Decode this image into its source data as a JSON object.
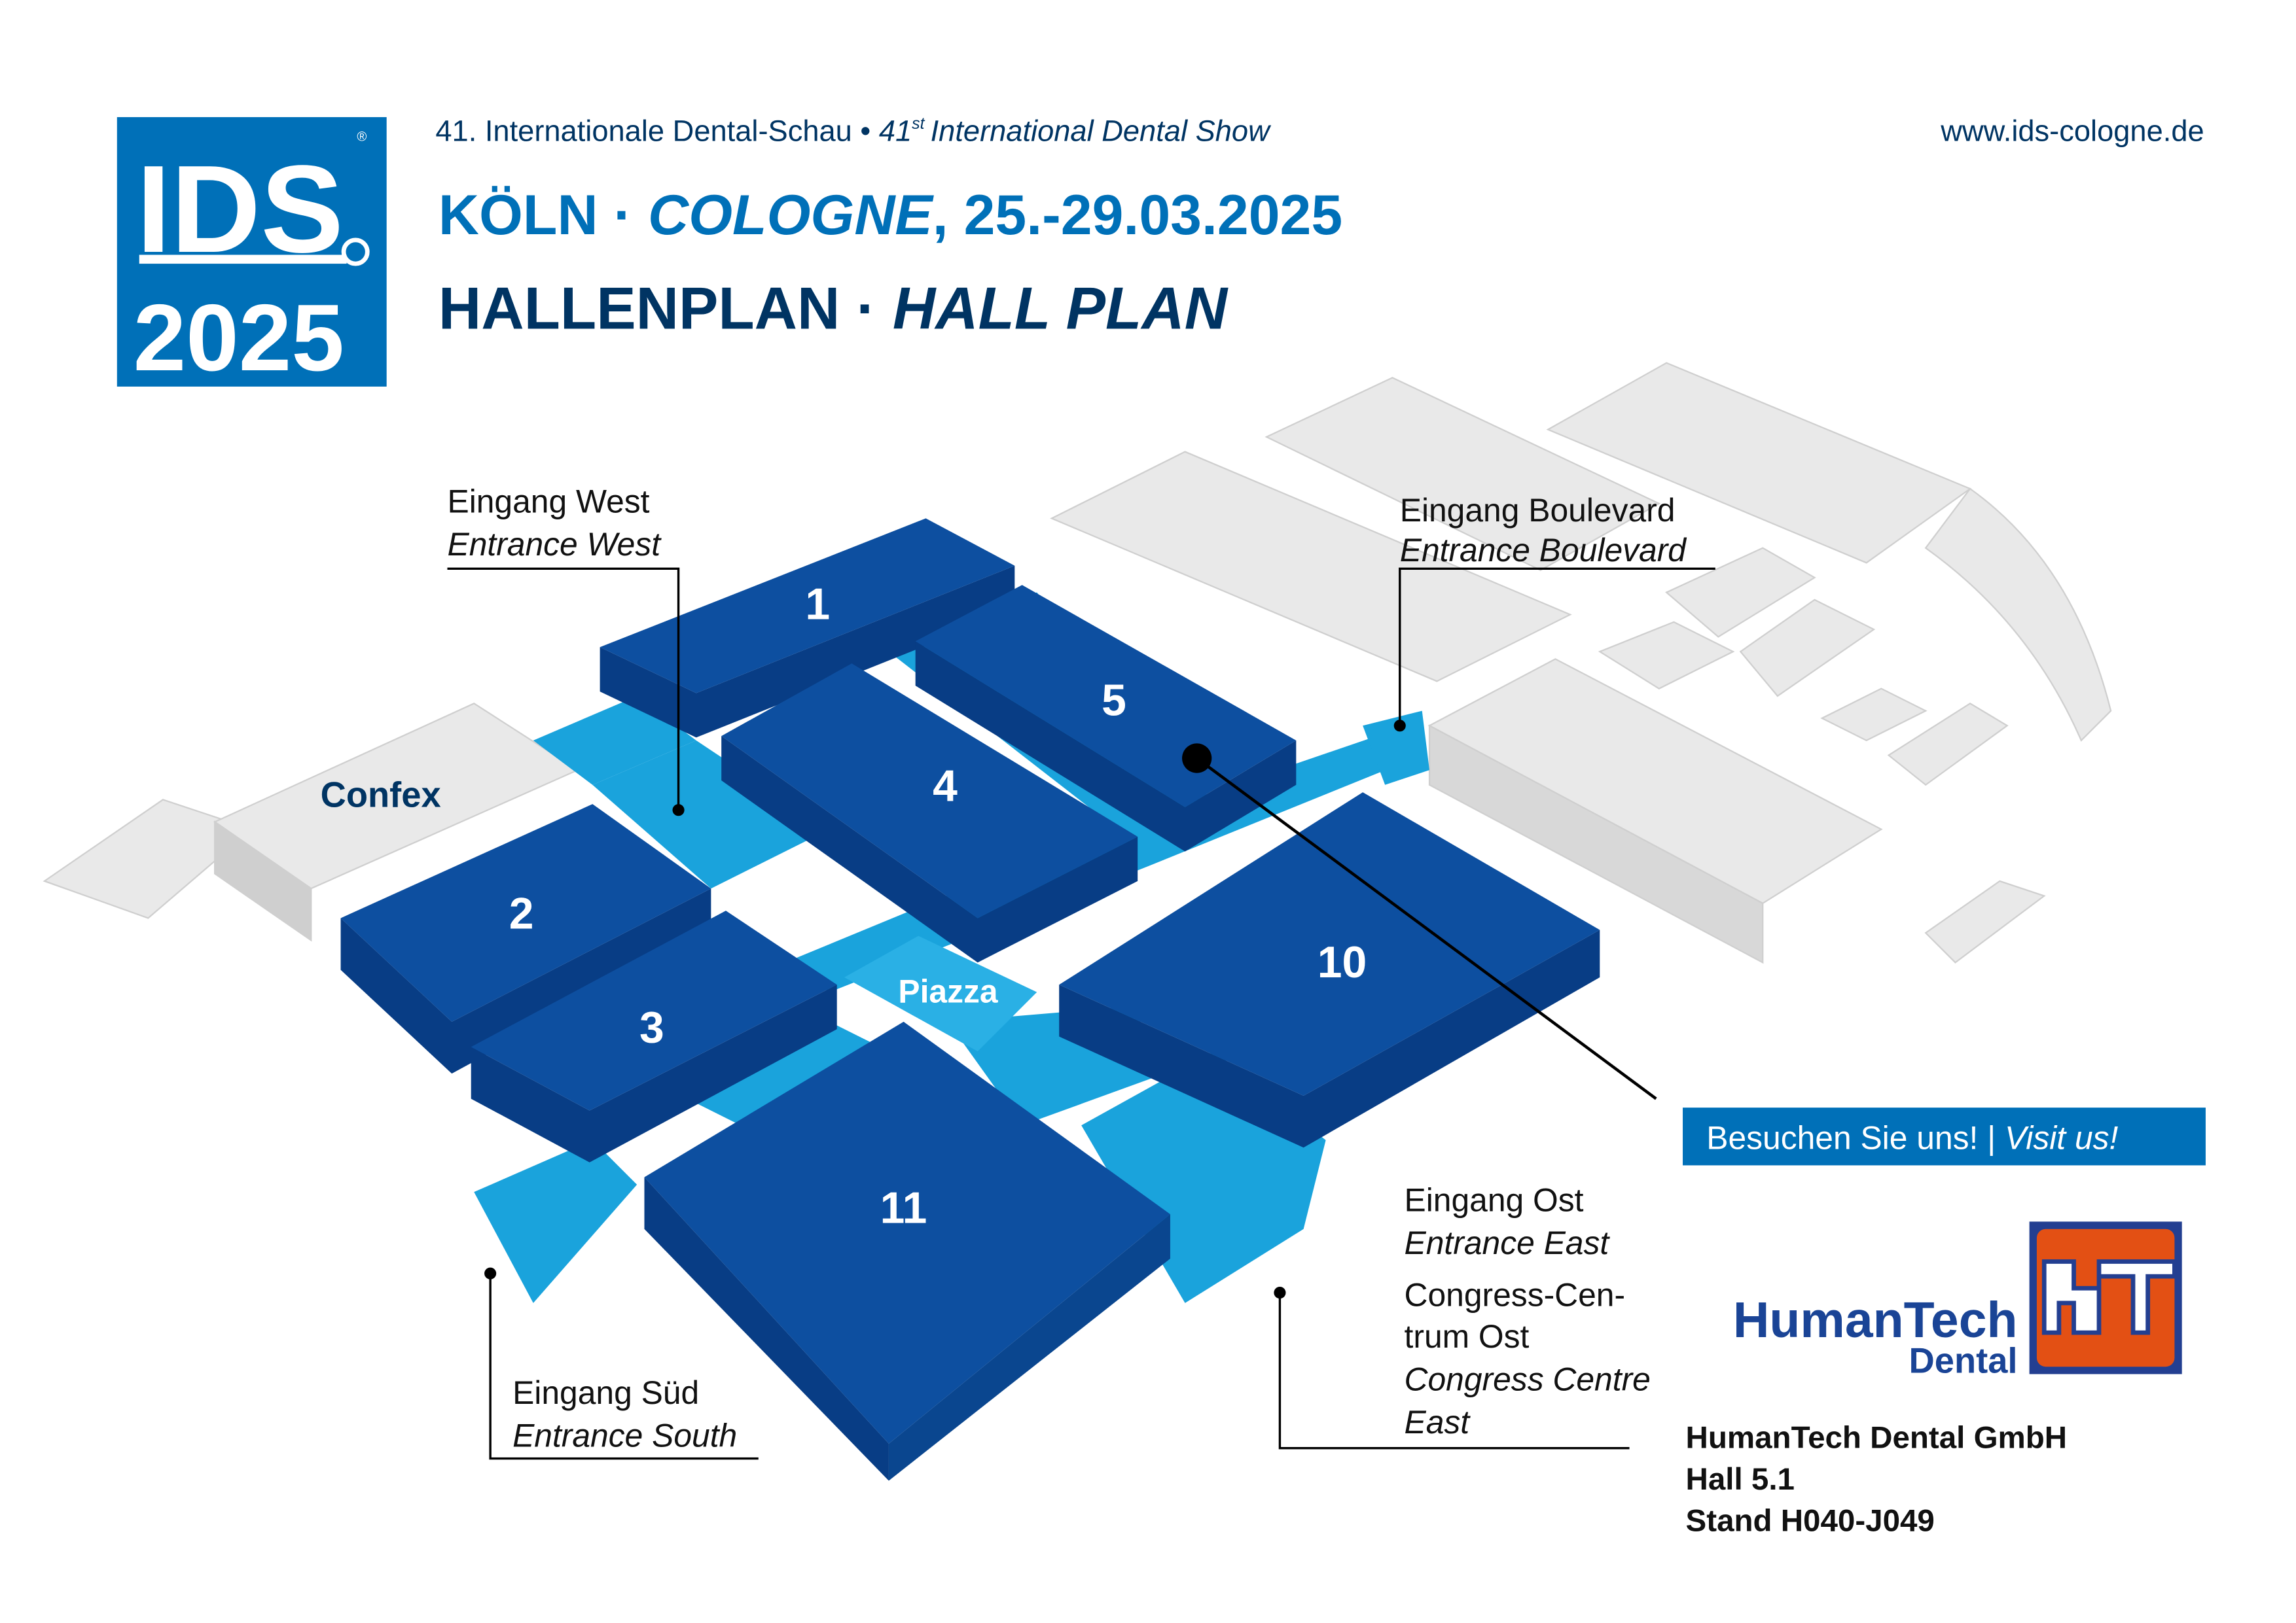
{
  "logo": {
    "line1": "IDS",
    "line2": "2025",
    "registered": "®"
  },
  "header": {
    "subtitle_de": "41. Internationale Dental-Schau",
    "sep": "•",
    "subtitle_en_num": "41",
    "subtitle_en_sup": "st",
    "subtitle_en": "International Dental Show",
    "city_de": "KÖLN",
    "dot": "·",
    "city_en": "COLOGNE",
    "dates": ", 25.-29.03.2025",
    "plan_de": "HALLENPLAN",
    "plan_en": "HALL PLAN",
    "website": "www.ids-cologne.de"
  },
  "map": {
    "halls": [
      "1",
      "2",
      "3",
      "4",
      "5",
      "10",
      "11"
    ],
    "piazza": "Piazza",
    "confex": "Confex",
    "entrances": {
      "west_de": "Eingang West",
      "west_en": "Entrance West",
      "boulevard_de": "Eingang Boulevard",
      "boulevard_en": "Entrance Boulevard",
      "south_de": "Eingang Süd",
      "south_en": "Entrance South",
      "east_de": "Eingang Ost",
      "east_en": "Entrance East",
      "cc1": "Congress-Cen-",
      "cc2": "trum Ost",
      "cc3_en": "Congress Centre",
      "cc4_en": "East"
    }
  },
  "visit": {
    "de": "Besuchen Sie uns!",
    "sep": "|",
    "en": "Visit us!"
  },
  "exhibitor": {
    "logo_name": "HumanTech",
    "logo_sub": "Dental",
    "company": "HumanTech Dental GmbH",
    "hall": "Hall 5.1",
    "stand": "Stand H040-J049"
  },
  "colors": {
    "brand_blue": "#0070b8",
    "navy": "#003463",
    "hall_blue": "#0d4fa0",
    "corridor": "#1aa3dc",
    "ht_orange": "#e35014",
    "ht_navy": "#233f91"
  }
}
